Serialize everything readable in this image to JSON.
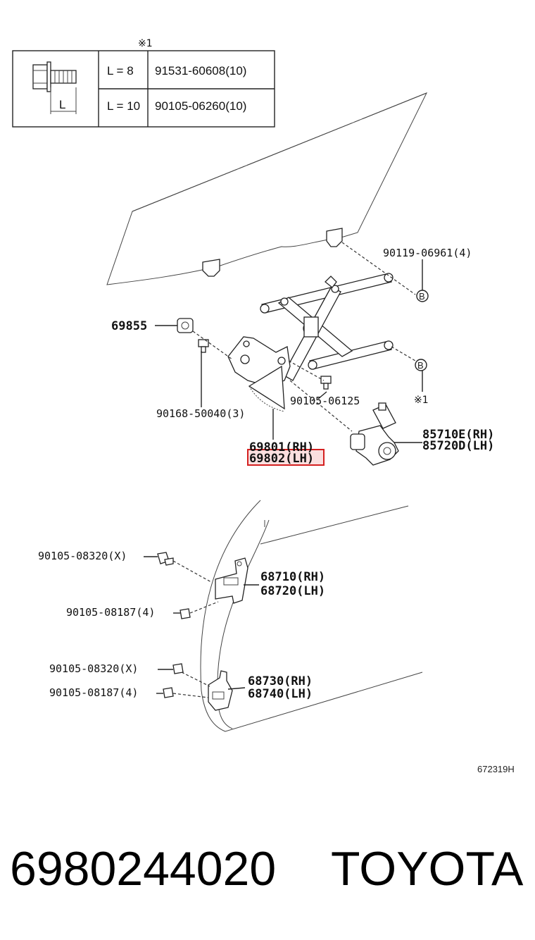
{
  "table": {
    "note_mark": "※1",
    "dim_label": "L",
    "rows": [
      {
        "length": "L = 8",
        "part": "91531-60608(10)"
      },
      {
        "length": "L = 10",
        "part": "90105-06260(10)"
      }
    ]
  },
  "callouts": {
    "p90119": "90119-06961(4)",
    "ref_b_top": "B",
    "p69855": "69855",
    "ref_b_mid": "B",
    "note_mid": "※1",
    "p90168": "90168-50040(3)",
    "p90105_06125": "90105-06125",
    "p69801": "69801(RH)",
    "p69802": "69802(LH)",
    "p85710": "85710E(RH)",
    "p85720": "85720D(LH)",
    "p90105_08320_a": "90105-08320(X)",
    "p68710": "68710(RH)",
    "p68720": "68720(LH)",
    "p90105_08187_a": "90105-08187(4)",
    "p90105_08320_b": "90105-08320(X)",
    "p68730": "68730(RH)",
    "p90105_08187_b": "90105-08187(4)",
    "p68740": "68740(LH)"
  },
  "diagram_ref": "672319H",
  "footer": {
    "part_number": "6980244020",
    "brand": "TOYOTA"
  },
  "colors": {
    "highlight": "#d42020"
  }
}
